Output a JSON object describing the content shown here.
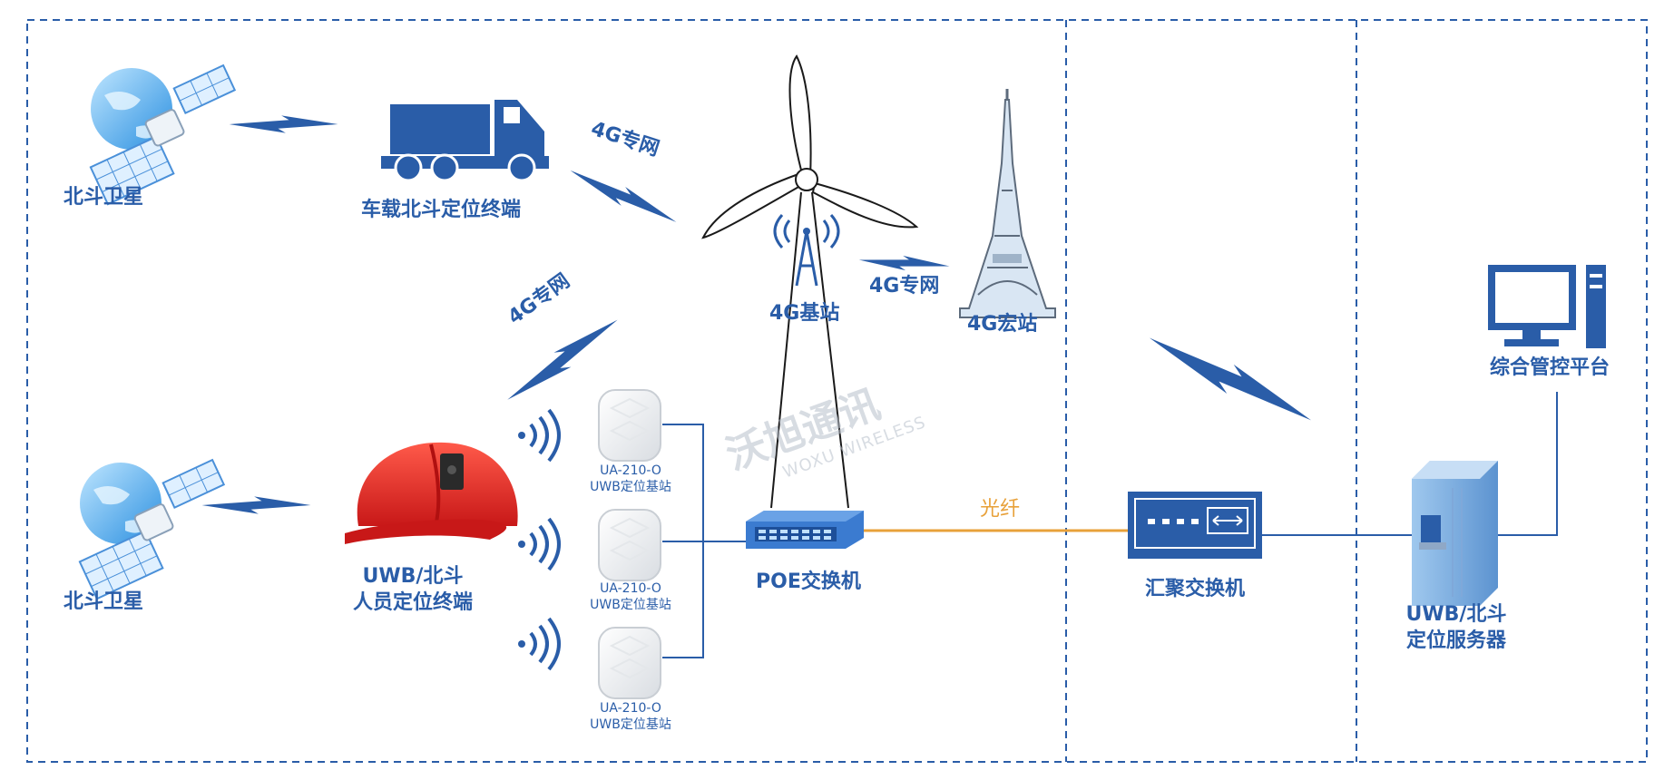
{
  "colors": {
    "primary": "#2a5da8",
    "fiber": "#e8a13a",
    "helmet": "#e02a2a",
    "border": "#2a5da8"
  },
  "labels": {
    "satellite_top": "北斗卫星",
    "satellite_bottom": "北斗卫星",
    "vehicle_terminal": "车载北斗定位终端",
    "net_vehicle": "4G专网",
    "net_personnel": "4G专网",
    "net_base_macro": "4G专网",
    "base_station": "4G基站",
    "macro_station": "4G宏站",
    "personnel_terminal_line1": "UWB/北斗",
    "personnel_terminal_line2": "人员定位终端",
    "poe_switch": "POE交换机",
    "fiber": "光纤",
    "aggregation_switch": "汇聚交换机",
    "server_line1": "UWB/北斗",
    "server_line2": "定位服务器",
    "platform": "综合管控平台"
  },
  "uwb_base_stations": [
    {
      "model": "UA-210-O",
      "name": "UWB定位基站"
    },
    {
      "model": "UA-210-O",
      "name": "UWB定位基站"
    },
    {
      "model": "UA-210-O",
      "name": "UWB定位基站"
    }
  ],
  "watermark": {
    "cn": "沃旭通讯",
    "en": "WOXU WIRELESS"
  },
  "icons": {
    "satellite": "satellite-icon",
    "truck": "truck-icon",
    "wind_turbine": "wind-turbine-icon",
    "antenna": "antenna-icon",
    "tower": "tower-icon",
    "helmet": "helmet-icon",
    "signal": "signal-waves-icon",
    "base_station": "uwb-base-station-icon",
    "switch": "switch-icon",
    "server": "server-icon",
    "computer": "computer-icon",
    "lightning": "wireless-link-icon"
  }
}
